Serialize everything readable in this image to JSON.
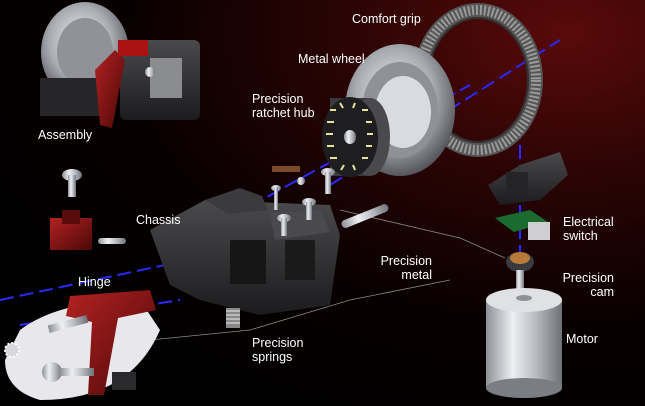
{
  "labels": {
    "comfort_grip": "Comfort grip",
    "metal_wheel": "Metal wheel",
    "ratchet_hub_1": "Precision",
    "ratchet_hub_2": "ratchet hub",
    "assembly": "Assembly",
    "chassis": "Chassis",
    "hinge": "Hinge",
    "precision_metal_1": "Precision",
    "precision_metal_2": "metal",
    "springs_1": "Precision",
    "springs_2": "springs",
    "switch_1": "Electrical",
    "switch_2": "switch",
    "cam_1": "Precision",
    "cam_2": "cam",
    "motor": "Motor"
  },
  "colors": {
    "axis_line": "#2a2aff",
    "part_dark": "#2b2b2b",
    "part_red": "#7a1010",
    "metal": "#c9ccd2",
    "label_text": "#ffffff"
  },
  "icons": [
    "screw-icon",
    "gear-icon",
    "spring-icon",
    "pin-icon"
  ]
}
